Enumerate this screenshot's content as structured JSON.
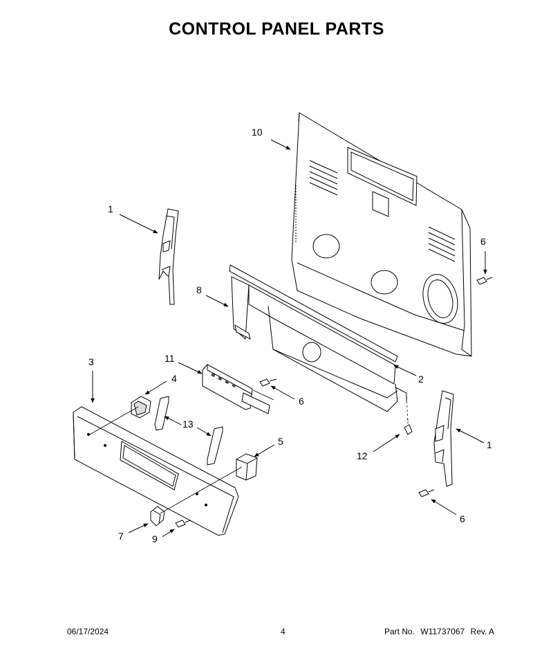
{
  "title": "CONTROL PANEL PARTS",
  "callouts": {
    "c1a": "1",
    "c1b": "1",
    "c2": "2",
    "c3": "3",
    "c4": "4",
    "c5": "5",
    "c6a": "6",
    "c6b": "6",
    "c6c": "6",
    "c7": "7",
    "c8": "8",
    "c9": "9",
    "c10": "10",
    "c11": "11",
    "c12": "12",
    "c13": "13"
  },
  "footer": {
    "date": "06/17/2024",
    "page": "4",
    "part_label": "Part No.",
    "part_number": "W11737067",
    "revision": "Rev. A"
  }
}
